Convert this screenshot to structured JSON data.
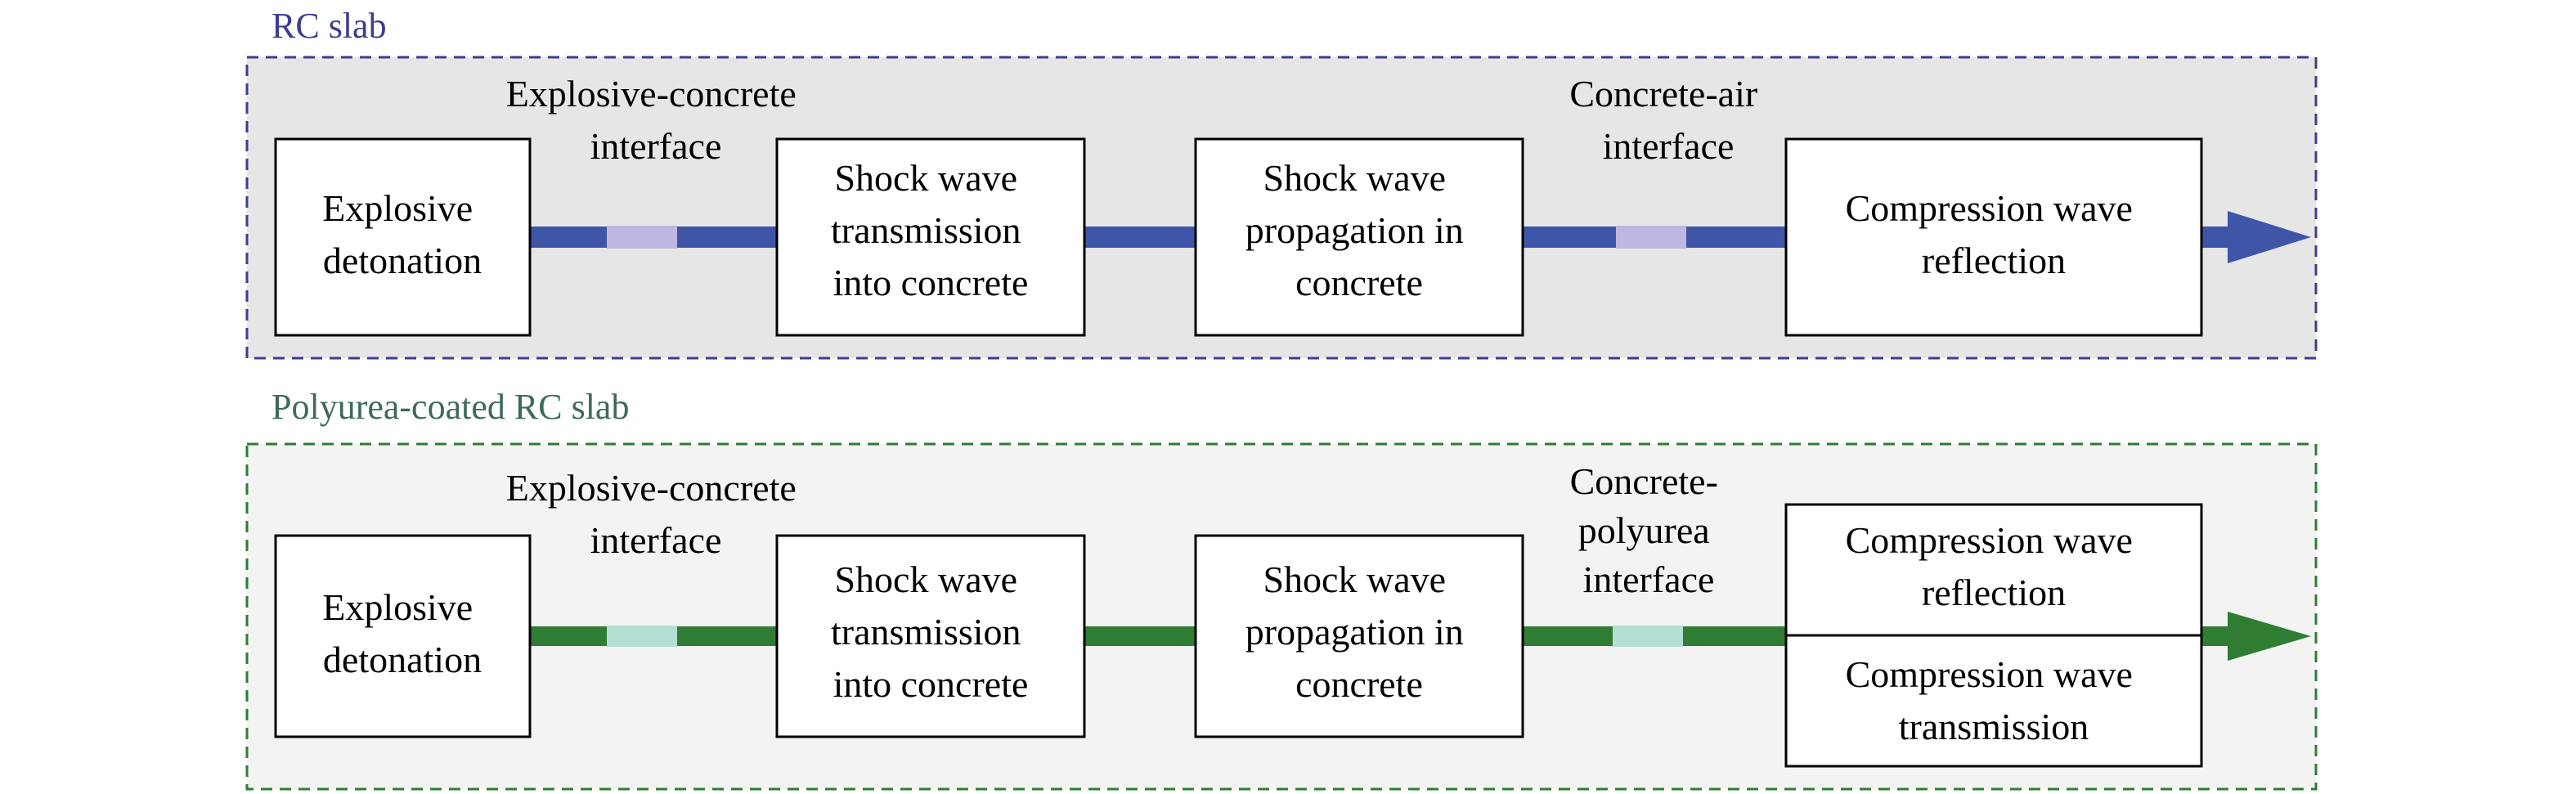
{
  "colors": {
    "background": "#ffffff",
    "panel_rc_fill": "#e6e6e6",
    "panel_poly_fill": "#f3f3f3",
    "rc_title": "#3d3d8f",
    "poly_title": "#3e6b55",
    "rc_line": "#3f55a8",
    "rc_interface": "#c0b6e2",
    "poly_line": "#2e7d32",
    "poly_interface": "#b4ddd3",
    "box_fill": "#ffffff",
    "box_border": "#000000"
  },
  "panels": [
    {
      "title": "RC slab",
      "boxes": [
        [
          "Explosive",
          "detonation"
        ],
        [
          "Shock wave",
          "transmission",
          "into concrete"
        ],
        [
          "Shock wave",
          "propagation in",
          "concrete"
        ],
        [
          "Compression wave",
          "reflection"
        ]
      ],
      "interfaces": [
        [
          "Explosive-concrete",
          "interface"
        ],
        [
          "Concrete-air",
          "interface"
        ]
      ]
    },
    {
      "title": "Polyurea-coated RC slab",
      "boxes": [
        [
          "Explosive",
          "detonation"
        ],
        [
          "Shock wave",
          "transmission",
          "into concrete"
        ],
        [
          "Shock wave",
          "propagation in",
          "concrete"
        ],
        [
          "Compression wave",
          "reflection"
        ],
        [
          "Compression wave",
          "transmission"
        ]
      ],
      "interfaces": [
        [
          "Explosive-concrete",
          "interface"
        ],
        [
          "Concrete-",
          "polyurea",
          "interface"
        ]
      ]
    }
  ]
}
